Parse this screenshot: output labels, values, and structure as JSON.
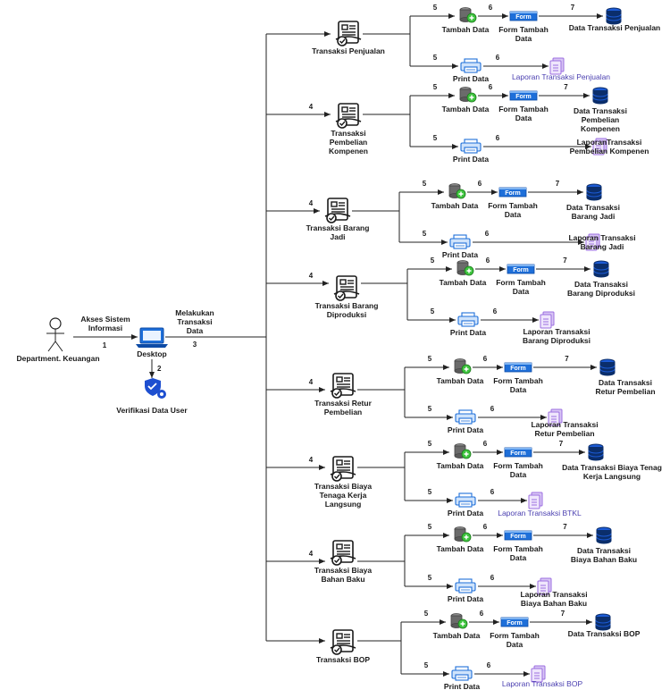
{
  "actor": {
    "label": "Department. Keuangan"
  },
  "start": {
    "step1": "Akses Sistem Informasi",
    "n1": "1",
    "desktop": "Desktop",
    "n2": "2",
    "verify": "Verifikasi Data User",
    "step3": "Melakukan Transaksi Data",
    "n3": "3"
  },
  "common": {
    "tambah": "Tambah Data",
    "form": "Form Tambah Data",
    "form_badge": "Form",
    "print": "Print Data",
    "n4": "4",
    "n5": "5",
    "n6": "6",
    "n7": "7"
  },
  "transactions": [
    {
      "name": "Transaksi Penjualan",
      "data": "Data Transaksi Penjualan",
      "report": "Laporan Transaksi Penjualan",
      "num": ""
    },
    {
      "name": "Transaksi Pembelian Kompenen",
      "data": "Data Transaksi Pembelian Kompenen",
      "report": "Laporan Transaksi Pembelian Kompenen",
      "num": "4"
    },
    {
      "name": "Transaksi Barang Jadi",
      "data": "Data Transaksi Barang Jadi",
      "report": "Laporan Transaksi Barang Jadi",
      "num": "4"
    },
    {
      "name": "Transaksi Barang Diproduksi",
      "data": "Data Transaksi Barang Diproduksi",
      "report": "Laporan Transaksi Barang Diproduksi",
      "num": "4"
    },
    {
      "name": "Transaksi Retur Pembelian",
      "data": "Data Transaksi Retur Pembelian",
      "report": "Laporan Transaksi Retur Pembelian",
      "num": "4"
    },
    {
      "name": "Transaksi Biaya Tenaga Kerja Langsung",
      "data": "Data Transaksi Biaya Tenaga Kerja Langsung",
      "report": "Laporan Transaksi BTKL",
      "num": "4"
    },
    {
      "name": "Transaksi Biaya Bahan Baku",
      "data": "Data Transaksi Biaya Bahan Baku",
      "report": "Laporan Transaksi Biaya Bahan Baku",
      "num": "4"
    },
    {
      "name": "Transaksi BOP",
      "data": "Data Transaksi BOP",
      "report": "Laporan Transaksi BOP",
      "num": ""
    }
  ],
  "colors": {
    "accent_blue": "#1e6fd9",
    "doc_purple": "#9b6de0",
    "db_navy": "#0b2e6b"
  }
}
